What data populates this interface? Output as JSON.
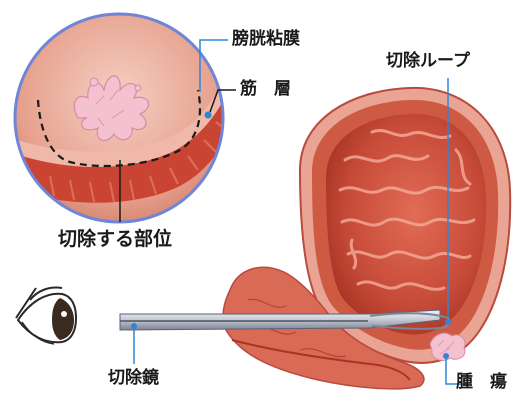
{
  "labels": {
    "mucosa": "膀胱粘膜",
    "muscle_layer": "筋　層",
    "resection_site": "切除する部位",
    "resection_loop": "切除ループ",
    "resectoscope": "切除鏡",
    "tumor": "腫　瘍"
  },
  "colors": {
    "outline": "#b84a3e",
    "muscle_red": "#c94433",
    "flesh_pink": "#e9a493",
    "inner_dark": "#a62f22",
    "tumor_pink": "#f4c1d0",
    "magnifier_ring": "#6f85d6",
    "leader_blue": "#2f86d9",
    "scope_steel": "#8e95a6"
  },
  "icons": {
    "eye": "eye-icon"
  }
}
